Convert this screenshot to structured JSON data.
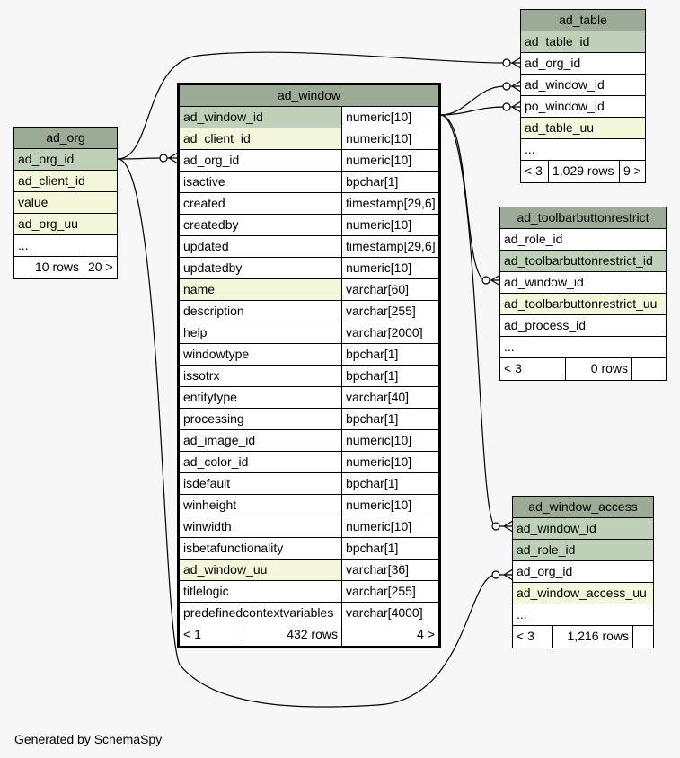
{
  "tables": {
    "ad_org": {
      "name": "ad_org",
      "columns": [
        "ad_org_id",
        "ad_client_id",
        "value",
        "ad_org_uu",
        "..."
      ],
      "footer": [
        "",
        "10 rows",
        "20 >"
      ]
    },
    "ad_window": {
      "name": "ad_window",
      "columns": [
        {
          "name": "ad_window_id",
          "type": "numeric[10]"
        },
        {
          "name": "ad_client_id",
          "type": "numeric[10]"
        },
        {
          "name": "ad_org_id",
          "type": "numeric[10]"
        },
        {
          "name": "isactive",
          "type": "bpchar[1]"
        },
        {
          "name": "created",
          "type": "timestamp[29,6]"
        },
        {
          "name": "createdby",
          "type": "numeric[10]"
        },
        {
          "name": "updated",
          "type": "timestamp[29,6]"
        },
        {
          "name": "updatedby",
          "type": "numeric[10]"
        },
        {
          "name": "name",
          "type": "varchar[60]"
        },
        {
          "name": "description",
          "type": "varchar[255]"
        },
        {
          "name": "help",
          "type": "varchar[2000]"
        },
        {
          "name": "windowtype",
          "type": "bpchar[1]"
        },
        {
          "name": "issotrx",
          "type": "bpchar[1]"
        },
        {
          "name": "entitytype",
          "type": "varchar[40]"
        },
        {
          "name": "processing",
          "type": "bpchar[1]"
        },
        {
          "name": "ad_image_id",
          "type": "numeric[10]"
        },
        {
          "name": "ad_color_id",
          "type": "numeric[10]"
        },
        {
          "name": "isdefault",
          "type": "bpchar[1]"
        },
        {
          "name": "winheight",
          "type": "numeric[10]"
        },
        {
          "name": "winwidth",
          "type": "numeric[10]"
        },
        {
          "name": "isbetafunctionality",
          "type": "bpchar[1]"
        },
        {
          "name": "ad_window_uu",
          "type": "varchar[36]"
        },
        {
          "name": "titlelogic",
          "type": "varchar[255]"
        },
        {
          "name": "predefinedcontextvariables",
          "type": "varchar[4000]"
        }
      ],
      "footer": [
        "< 1",
        "432 rows",
        "4 >"
      ]
    },
    "ad_table": {
      "name": "ad_table",
      "columns": [
        "ad_table_id",
        "ad_org_id",
        "ad_window_id",
        "po_window_id",
        "ad_table_uu",
        "..."
      ],
      "footer": [
        "< 3",
        "1,029 rows",
        "9 >"
      ]
    },
    "ad_toolbarbuttonrestrict": {
      "name": "ad_toolbarbuttonrestrict",
      "columns": [
        "ad_role_id",
        "ad_toolbarbuttonrestrict_id",
        "ad_window_id",
        "ad_toolbarbuttonrestrict_uu",
        "ad_process_id",
        "..."
      ],
      "footer": [
        "< 3",
        "0 rows",
        ""
      ]
    },
    "ad_window_access": {
      "name": "ad_window_access",
      "columns": [
        "ad_window_id",
        "ad_role_id",
        "ad_org_id",
        "ad_window_access_uu",
        "..."
      ],
      "footer": [
        "< 3",
        "1,216 rows",
        ""
      ]
    }
  },
  "generated_by": "Generated by SchemaSpy"
}
